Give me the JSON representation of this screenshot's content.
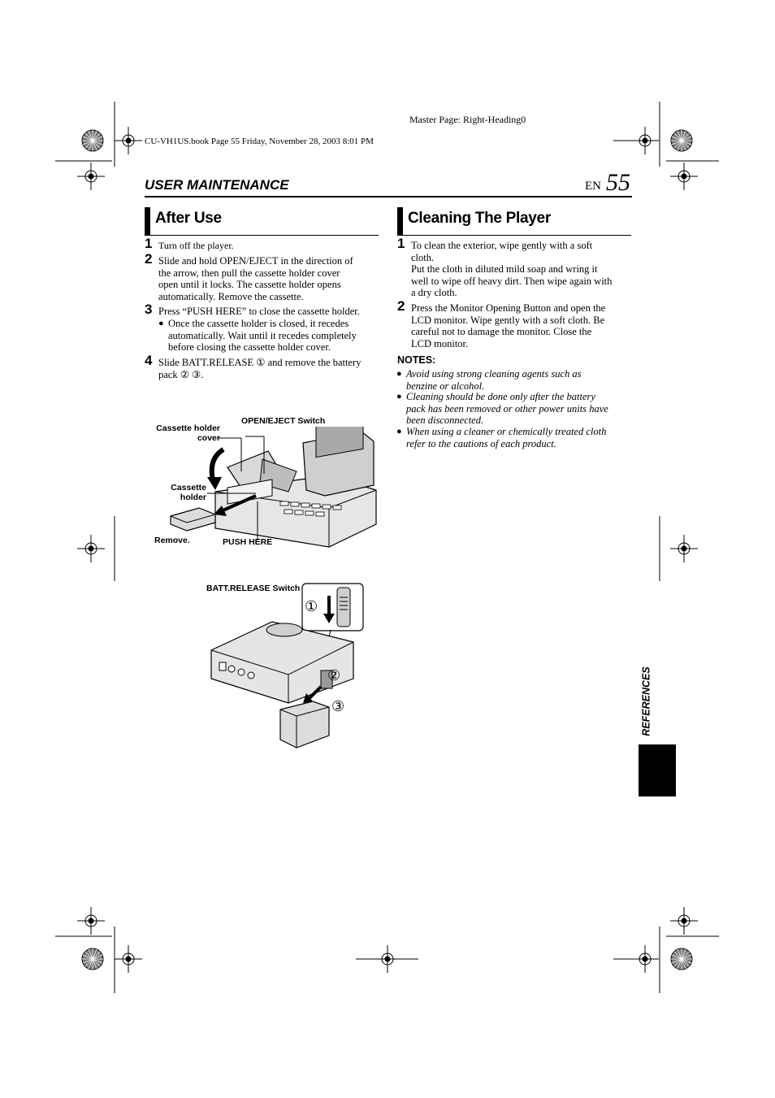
{
  "header_meta": {
    "master_page": "Master Page: Right-Heading0",
    "book_info": "CU-VH1US.book  Page 55  Friday, November 28, 2003  8:01 PM"
  },
  "running_head": {
    "section": "USER MAINTENANCE",
    "lang": "EN",
    "page_number": "55"
  },
  "after_use": {
    "title": "After Use",
    "steps": [
      {
        "num": "1",
        "text": "Turn off the player."
      },
      {
        "num": "2",
        "lines": [
          "Slide and hold OPEN/EJECT in the direction of",
          "the arrow, then pull the cassette holder cover",
          "open until it locks. The cassette holder opens",
          "automatically. Remove the cassette."
        ]
      },
      {
        "num": "3",
        "text": "Press “PUSH HERE” to close the cassette holder."
      },
      {
        "num": "4",
        "lines": [
          "Slide BATT.RELEASE ① and remove the battery",
          "pack ② ③."
        ]
      }
    ],
    "bullet": "●",
    "step3_bullet_lines": [
      "Once the cassette holder is closed, it recedes",
      "automatically. Wait until it recedes completely",
      "before closing the cassette holder cover."
    ]
  },
  "figure1": {
    "labels": {
      "open_eject": "OPEN/EJECT Switch",
      "holder_cover_1": "Cassette holder",
      "holder_cover_2": "cover",
      "holder_1": "Cassette",
      "holder_2": "holder",
      "remove": "Remove.",
      "push_here": "PUSH HERE"
    }
  },
  "figure2": {
    "labels": {
      "batt_release": "BATT.RELEASE Switch",
      "c1": "①",
      "c2": "②",
      "c3": "③"
    }
  },
  "cleaning": {
    "title": "Cleaning The Player",
    "steps": [
      {
        "num": "1",
        "lines": [
          "To clean the exterior, wipe gently with a soft",
          "cloth.",
          "Put the cloth in diluted mild soap and wring it",
          "well to wipe off heavy dirt. Then wipe again with",
          "a dry cloth."
        ]
      },
      {
        "num": "2",
        "lines": [
          "Press the Monitor Opening Button and open the",
          "LCD monitor. Wipe gently with a soft cloth. Be",
          "careful not to damage the monitor. Close the",
          "LCD monitor."
        ]
      }
    ],
    "notes_title": "NOTES:",
    "notes": [
      {
        "lines": [
          "Avoid using strong cleaning agents such as",
          "benzine or alcohol."
        ]
      },
      {
        "lines": [
          "Cleaning should be done only after the battery",
          "pack has been removed or other power units have",
          "been disconnected."
        ]
      },
      {
        "lines": [
          "When using a cleaner or chemically treated cloth",
          "refer to the cautions of each product."
        ]
      }
    ]
  },
  "side_tab": {
    "label": "REFERENCES"
  }
}
